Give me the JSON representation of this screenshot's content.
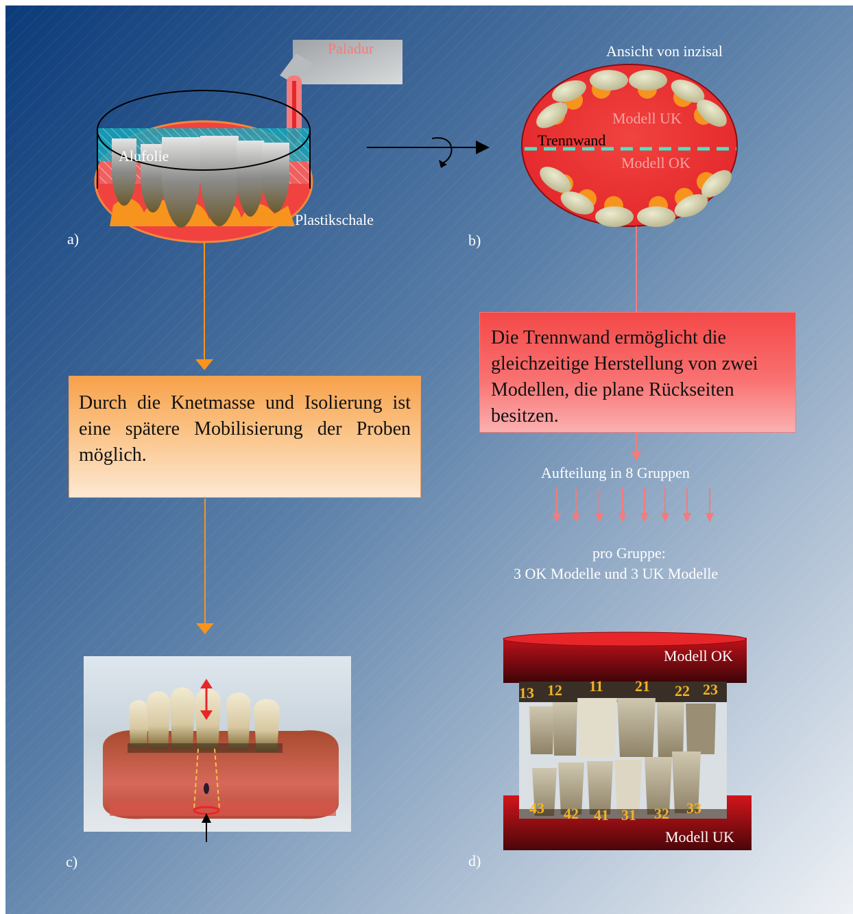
{
  "panel_a": {
    "label": "a)",
    "paladur": "Paladur",
    "alufolie": "Alufolie",
    "plastikschale": "Plastikschale"
  },
  "panel_b": {
    "label": "b)",
    "view_title": "Ansicht von inzisal",
    "modell_uk": "Modell UK",
    "trennwand": "Trennwand",
    "modell_ok": "Modell OK"
  },
  "box_left": {
    "text": "Durch die Knetmasse und Isolierung ist eine spätere Mobilisierung der Proben möglich."
  },
  "box_right": {
    "text": "Die Trennwand ermöglicht die gleichzeitige Herstellung von zwei Modellen, die plane Rückseiten besitzen."
  },
  "groups": {
    "split": "Aufteilung in 8 Gruppen",
    "per_group_1": "pro Gruppe:",
    "per_group_2": "3 OK Modelle und 3 UK Modelle"
  },
  "panel_c": {
    "label": "c)"
  },
  "panel_d": {
    "label": "d)",
    "modell_ok": "Modell OK",
    "modell_uk": "Modell UK",
    "upper_teeth": [
      "13",
      "12",
      "11",
      "21",
      "22",
      "23"
    ],
    "lower_teeth": [
      "43",
      "42",
      "41",
      "31",
      "32",
      "33"
    ]
  },
  "colors": {
    "background_dark": "#0e3f7e",
    "background_light": "#e6ebf1",
    "accent_orange": "#f7941d",
    "accent_red": "#e8262a",
    "accent_pink": "#f77a7a",
    "tooth_number": "#f3b425",
    "trennwand": "#4fe3c4"
  }
}
